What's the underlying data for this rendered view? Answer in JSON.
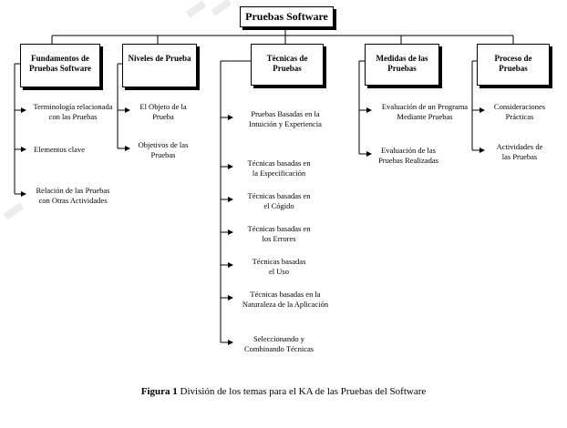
{
  "root": {
    "label": "Pruebas Software"
  },
  "categories": [
    {
      "label": "Fundamentos de\nPruebas Software",
      "items": [
        "Terminología relacionada\ncon las Pruebas",
        "Elementos clave",
        "Relación de las Pruebas\ncon Otras Actividades"
      ]
    },
    {
      "label": "Niveles de Prueba",
      "items": [
        "El Objeto de la\nPrueba",
        "Objetivos de las\nPruebas"
      ]
    },
    {
      "label": "Técnicas de\nPruebas",
      "items": [
        "Pruebas Basadas en la\nIntuición y Experiencia",
        "Técnicas basadas en\nla Especificación",
        "Técnicas basadas en\nel Cógido",
        "Técnicas basadas en\nlos Errores",
        "Técnicas basadas\nel Uso",
        "Técnicas basadas en la\nNaturaleza de la Aplicación",
        "Seleccionando y\nCombinando Técnicas"
      ]
    },
    {
      "label": "Medidas de las\nPruebas",
      "items": [
        "Evaluación de un Programa\nMediante Pruebas",
        "Evaluación de las\nPruebas Realizadas"
      ]
    },
    {
      "label": "Proceso de\nPruebas",
      "items": [
        "Consideraciones\nPrácticas",
        "Actividades de\nlas Pruebas"
      ]
    }
  ],
  "caption": {
    "label": "Figura 1",
    "text": " División de los temas para el KA de las Pruebas del Software"
  }
}
